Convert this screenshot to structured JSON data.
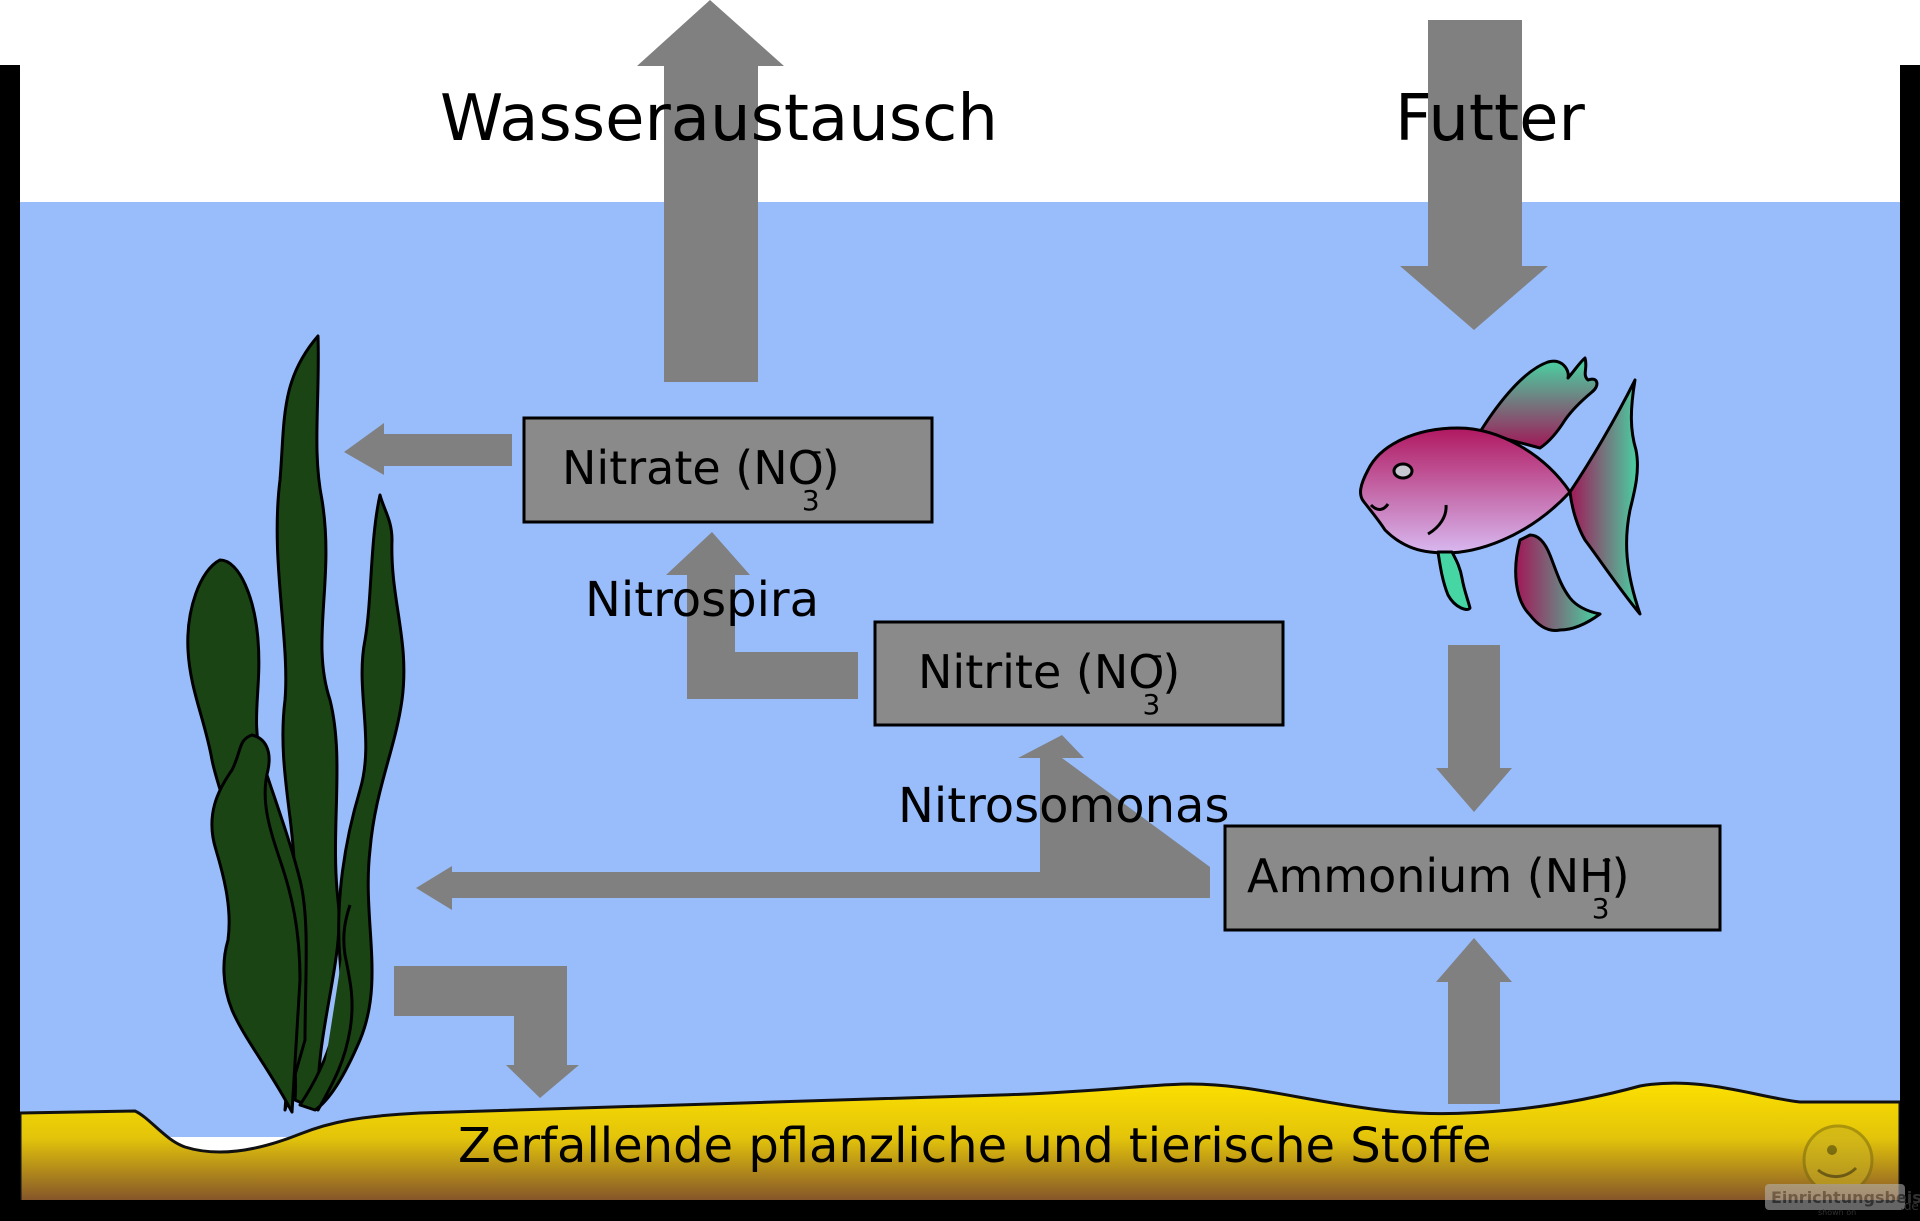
{
  "labels": {
    "water_exchange": "Wasseraustausch",
    "food": "Futter",
    "nitrospira": "Nitrospira",
    "nitrosomonas": "Nitrosomonas",
    "decay": "Zerfallende pflanzliche und tierische Stoffe"
  },
  "boxes": {
    "nitrate": {
      "text": "Nitrate (NO",
      "sub": "3",
      "sup": "-",
      "close": ")"
    },
    "nitrite": {
      "text": "Nitrite (NO",
      "sub": "3",
      "sup": "-",
      "close": ")"
    },
    "ammonium": {
      "text": "Ammonium (NH",
      "sub": "3",
      "sup": "-",
      "close": ")"
    }
  },
  "watermark": {
    "text": "Einrichtungsbeispiele",
    "small": "shown on",
    "suffix": ".de"
  },
  "colors": {
    "water": "#99bdfb",
    "arrow": "#808080",
    "box": "#8a8a8a",
    "sand_top": "#fce000",
    "sand_bottom": "#7e4d2c",
    "plant": "#1a4414",
    "tank": "#000000"
  }
}
